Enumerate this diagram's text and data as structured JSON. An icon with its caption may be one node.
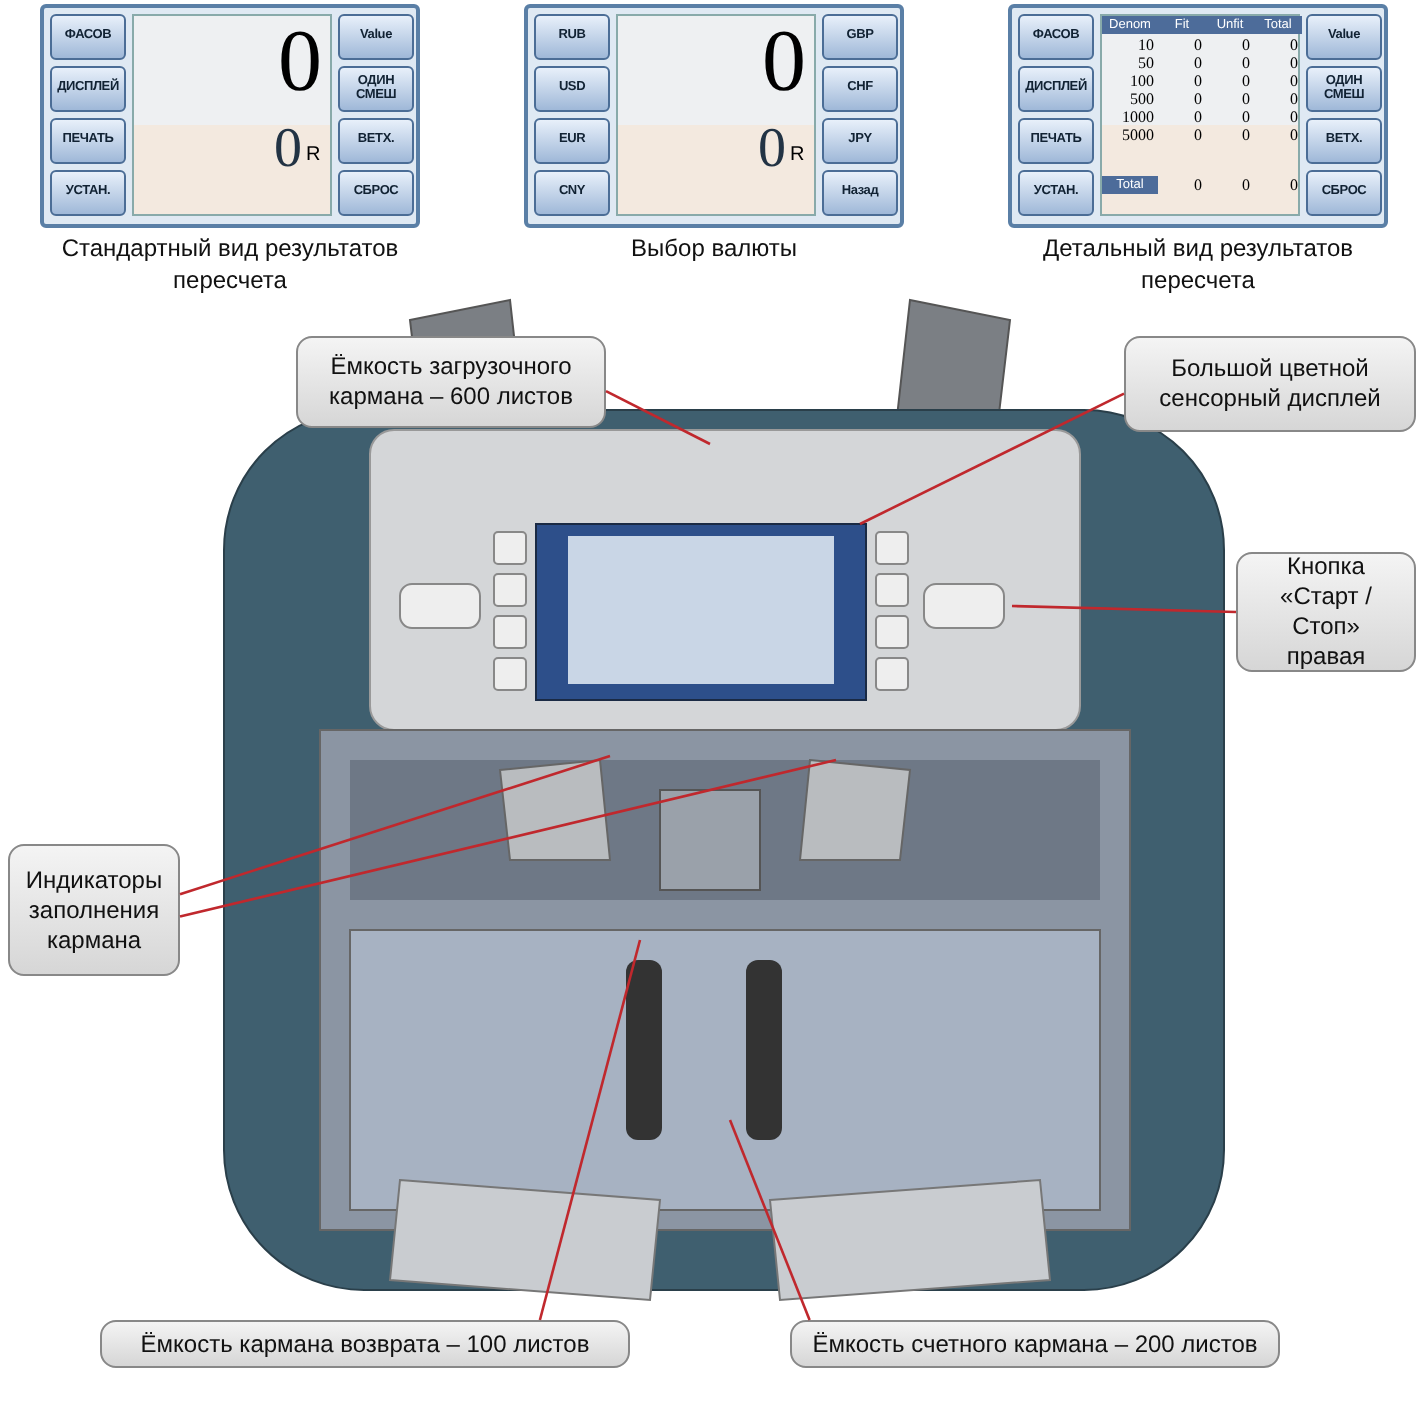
{
  "diagram": {
    "nodes": [
      {
        "text": [
          "Ёмкость загрузочного кармана – 600 листов"
        ]
      },
      {
        "text": [
          "Большой цветной сенсорный дисплей"
        ]
      },
      {
        "text": [
          "Кнопка «Старт / Стоп» правая"
        ]
      },
      {
        "text": [
          "Индикаторы заполнения кармана"
        ]
      },
      {
        "text": [
          "Ёмкость кармана возврата – 100 листов"
        ]
      },
      {
        "text": [
          "Ёмкость счетного кармана – 200 листов"
        ]
      }
    ],
    "edges": [
      {
        "from": 0,
        "to": null,
        "arrow": "none"
      },
      {
        "from": 1,
        "to": null,
        "arrow": "none"
      },
      {
        "from": 2,
        "to": null,
        "arrow": "none"
      },
      {
        "from": 3,
        "to": null,
        "arrow": "none"
      },
      {
        "from": 3,
        "to": null,
        "arrow": "none"
      },
      {
        "from": 4,
        "to": null,
        "arrow": "none"
      },
      {
        "from": 5,
        "to": null,
        "arrow": "none"
      }
    ],
    "labels": [
      "Стандартный вид результатов пересчета",
      "Выбор валюты",
      "Детальный вид результатов пересчета",
      "ФАСОВ",
      "ДИСПЛЕЙ",
      "ПЕЧАТЬ",
      "УСТАН.",
      "Value",
      "ОДИН",
      "СМЕШ",
      "ВЕТХ.",
      "СБРОС",
      "0",
      "0",
      "R",
      "RUB",
      "USD",
      "EUR",
      "CNY",
      "GBP",
      "CHF",
      "JPY",
      "Назад",
      "0",
      "0",
      "R",
      "ФАСОВ",
      "ДИСПЛЕЙ",
      "ПЕЧАТЬ",
      "УСТАН.",
      "Value",
      "ОДИН",
      "СМЕШ",
      "ВЕТХ.",
      "СБРОС",
      "Denom",
      "Fit",
      "Unfit",
      "Total",
      "10",
      "0",
      "0",
      "0",
      "50",
      "0",
      "0",
      "0",
      "100",
      "0",
      "0",
      "0",
      "500",
      "0",
      "0",
      "0",
      "1000",
      "0",
      "0",
      "0",
      "5000",
      "0",
      "0",
      "0",
      "Total",
      "0",
      "0",
      "0"
    ]
  }
}
